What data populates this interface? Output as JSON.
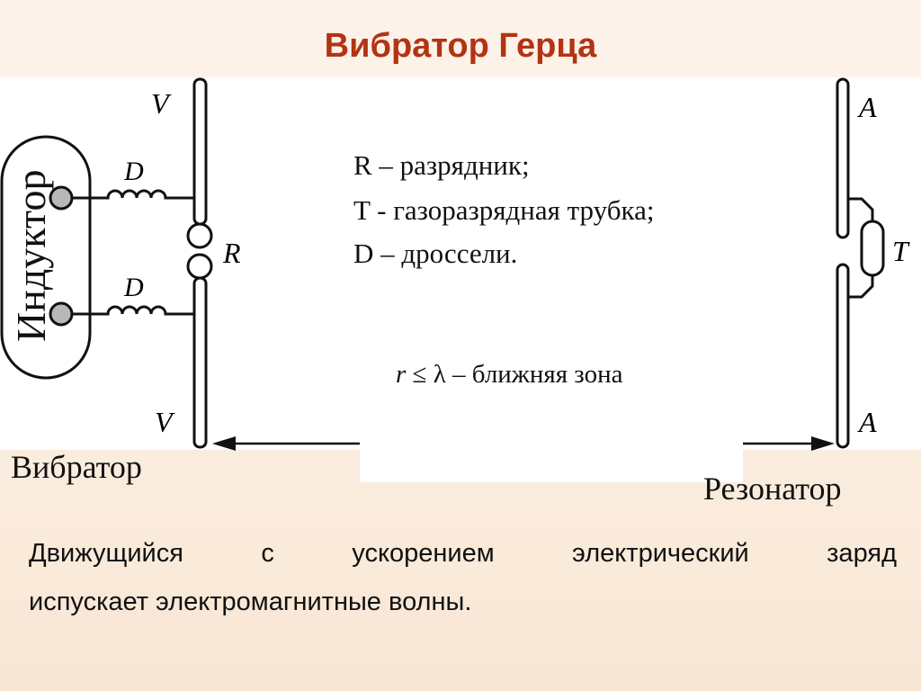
{
  "title": "Вибратор Герца",
  "diagram": {
    "inductor_label": "Индуктор",
    "choke_label_top": "D",
    "choke_label_bottom": "D",
    "spark_gap_label": "R",
    "vibrator_end_top": "V",
    "vibrator_end_bottom": "V",
    "resonator_end_top": "A",
    "resonator_end_bottom": "A",
    "tube_label": "T"
  },
  "legend": {
    "line1": "R – разрядник;",
    "line2": "T - газоразрядная трубка;",
    "line3": "D – дроссели."
  },
  "near_zone": {
    "r": "r",
    "le": "≤",
    "lambda": "λ",
    "text": "– ближняя зона"
  },
  "captions": {
    "vibrator": "Вибратор",
    "resonator": "Резонатор"
  },
  "bottom_text": {
    "line1": "Движущийся с ускорением электрический заряд",
    "line2": "испускает электромагнитные волны."
  },
  "colors": {
    "title": "#b23412",
    "background": "#fbeee0",
    "panel": "#ffffff"
  }
}
